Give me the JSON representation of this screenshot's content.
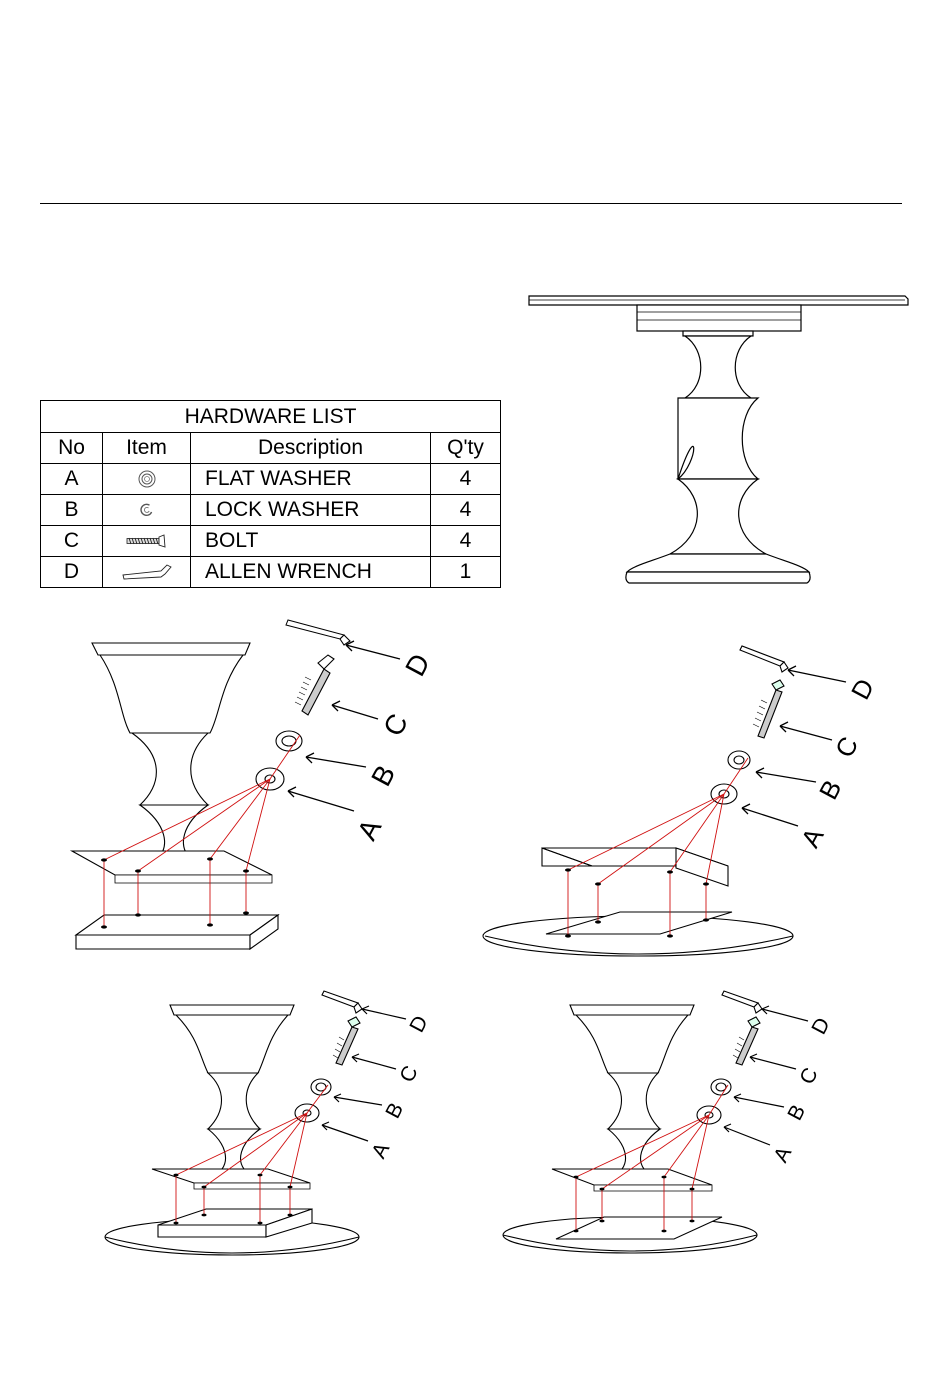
{
  "hardware_list": {
    "title": "HARDWARE LIST",
    "headers": {
      "no": "No",
      "item": "Item",
      "description": "Description",
      "qty": "Q'ty"
    },
    "rows": [
      {
        "no": "A",
        "icon": "flat-washer-icon",
        "description": "FLAT WASHER",
        "qty": "4"
      },
      {
        "no": "B",
        "icon": "lock-washer-icon",
        "description": "LOCK WASHER",
        "qty": "4"
      },
      {
        "no": "C",
        "icon": "bolt-icon",
        "description": "BOLT",
        "qty": "4"
      },
      {
        "no": "D",
        "icon": "allen-wrench-icon",
        "description": "ALLEN WRENCH",
        "qty": "1"
      }
    ]
  },
  "callouts": {
    "a": "A",
    "b": "B",
    "c": "C",
    "d": "D"
  },
  "colors": {
    "line": "#000000",
    "guide": "#d01010",
    "background": "#ffffff"
  }
}
